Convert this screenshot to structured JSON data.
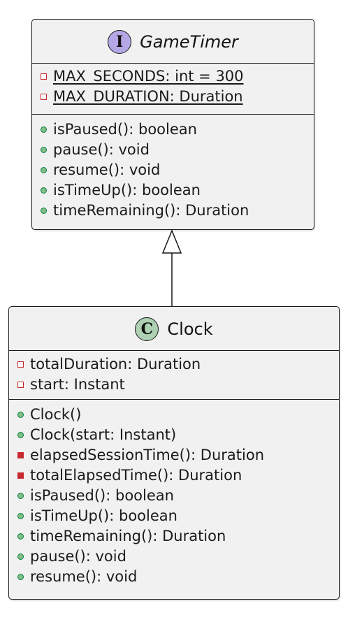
{
  "interface": {
    "stereotype": "I",
    "name": "GameTimer",
    "fields": [
      {
        "visibility": "private",
        "text": "MAX_SECONDS: int = 300",
        "static": true
      },
      {
        "visibility": "private",
        "text": "MAX_DURATION: Duration",
        "static": true
      }
    ],
    "methods": [
      {
        "visibility": "public",
        "text": "isPaused(): boolean"
      },
      {
        "visibility": "public",
        "text": "pause(): void"
      },
      {
        "visibility": "public",
        "text": "resume(): void"
      },
      {
        "visibility": "public",
        "text": "isTimeUp(): boolean"
      },
      {
        "visibility": "public",
        "text": "timeRemaining(): Duration"
      }
    ]
  },
  "class": {
    "stereotype": "C",
    "name": "Clock",
    "fields": [
      {
        "visibility": "private",
        "text": "totalDuration: Duration"
      },
      {
        "visibility": "private",
        "text": "start: Instant"
      }
    ],
    "methods": [
      {
        "visibility": "public",
        "text": "Clock()"
      },
      {
        "visibility": "public",
        "text": "Clock(start: Instant)"
      },
      {
        "visibility": "private",
        "text": "elapsedSessionTime(): Duration"
      },
      {
        "visibility": "private",
        "text": "totalElapsedTime(): Duration"
      },
      {
        "visibility": "public",
        "text": "isPaused(): boolean"
      },
      {
        "visibility": "public",
        "text": "isTimeUp(): boolean"
      },
      {
        "visibility": "public",
        "text": "timeRemaining(): Duration"
      },
      {
        "visibility": "public",
        "text": "pause(): void"
      },
      {
        "visibility": "public",
        "text": "resume(): void"
      }
    ]
  },
  "relation": {
    "type": "realization",
    "from": "Clock",
    "to": "GameTimer"
  },
  "colors": {
    "box_fill": "#f1f1f1",
    "border": "#181818",
    "interface_badge": "#b4a7e5",
    "class_badge": "#add1b2",
    "public_marker": "#84be84",
    "private_marker": "#c82930"
  }
}
